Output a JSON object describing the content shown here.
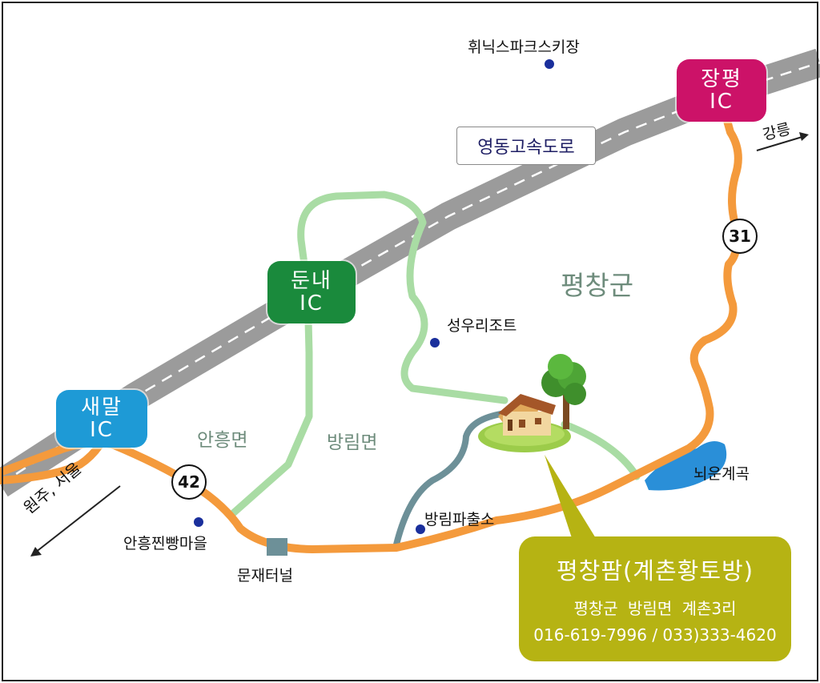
{
  "map": {
    "expressway_label": "영동고속도로",
    "county_label": "평창군",
    "interchanges": {
      "saemal": [
        "새말",
        "IC"
      ],
      "dunnae": [
        "둔내",
        "IC"
      ],
      "jangpyeong": [
        "장평",
        "IC"
      ]
    },
    "route_numbers": {
      "r42": "42",
      "r31": "31"
    },
    "directions": {
      "gangneung": "강릉",
      "wonju_seoul": "원주, 서울"
    },
    "areas": {
      "anheung": "안흥면",
      "bangnim": "방림면"
    },
    "places": {
      "phoenix_park": "휘닉스파크스키장",
      "sungwoo_resort": "성우리조트",
      "anheung_village": "안흥찐빵마을",
      "munjae_tunnel": "문재터널",
      "bangnim_police": "방림파출소",
      "noeun_valley": "뇌운계곡"
    },
    "destination": {
      "name": "평창팜(계촌황토방)",
      "address": "평창군 방림면 계촌3리",
      "phones": "016-619-7996 / 033)333-4620"
    },
    "colors": {
      "expressway": "#9b9b9b",
      "national_road": "#f49a3c",
      "local_road_green": "#a9dca4",
      "local_road_teal": "#6d9098",
      "saemal_ic": "#1e9ad6",
      "dunnae_ic": "#1a8a3c",
      "jangpyeong_ic": "#cc1268",
      "info_box": "#b6b313",
      "poi_dot": "#1a2f9c",
      "valley_water": "#2a8fd8"
    }
  }
}
